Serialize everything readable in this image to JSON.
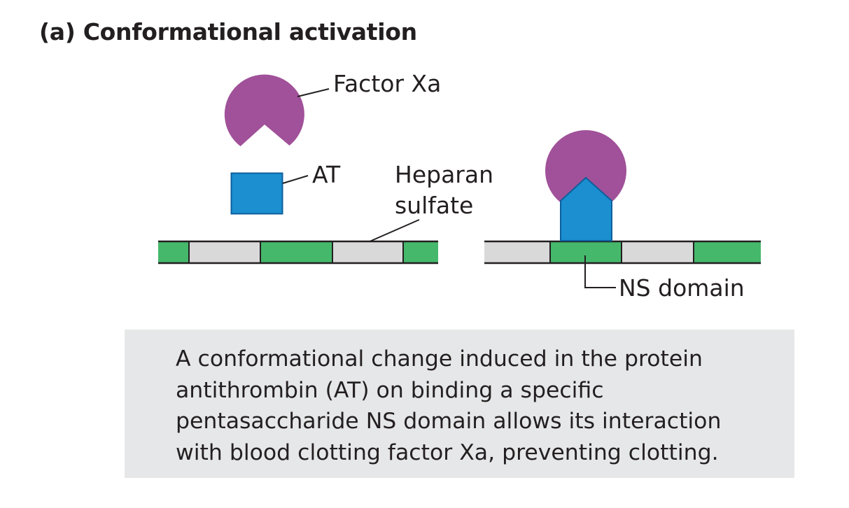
{
  "title": "(a) Conformational activation",
  "labels": {
    "factor_xa": "Factor Xa",
    "at": "AT",
    "heparan_line1": "Heparan",
    "heparan_line2": "sulfate",
    "ns_domain": "NS domain"
  },
  "caption": "A conformational change induced in the protein antithrombin (AT) on binding a specific pentasaccharide NS domain allows its interaction with blood clotting factor Xa, preventing clotting.",
  "colors": {
    "factor_xa": "#a05199",
    "at": "#1b8fd0",
    "ns_domain": "#45b86b",
    "unsulfated_segment": "#d9d9da",
    "caption_background": "#e6e7e8"
  }
}
